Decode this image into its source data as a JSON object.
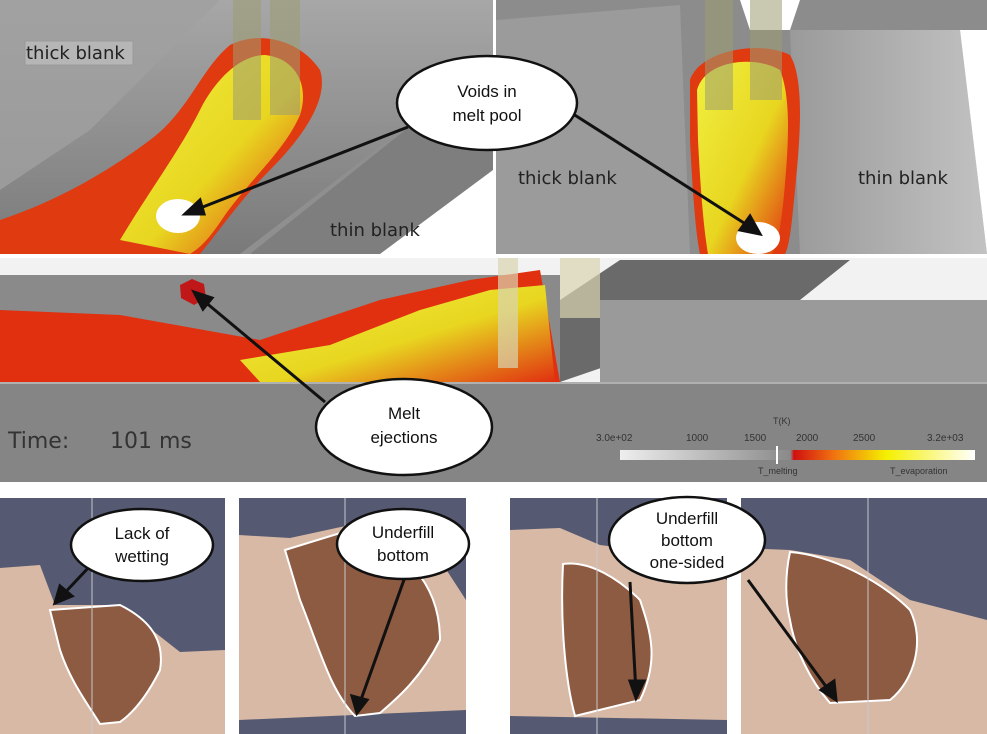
{
  "top_left": {
    "label_thick": "thick blank",
    "label_thin": "thin blank"
  },
  "top_right": {
    "label_thick": "thick blank",
    "label_thin": "thin blank"
  },
  "callouts": {
    "voids": [
      "Voids in",
      "melt pool"
    ],
    "ejections": [
      "Melt",
      "ejections"
    ],
    "wetting": [
      "Lack of",
      "wetting"
    ],
    "underfill": [
      "Underfill",
      "bottom"
    ],
    "underfill_one_sided": [
      "Underfill",
      "bottom",
      "one-sided"
    ]
  },
  "time": {
    "label": "Time:",
    "value": "101 ms"
  },
  "legend": {
    "title": "T(K)",
    "ticks": [
      "3.0e+02",
      "1000",
      "1500",
      "2000",
      "2500",
      "3.2e+03"
    ],
    "sub_left": "T_melting",
    "sub_right": "T_evaporation",
    "colors": {
      "low": "#e6e6e6",
      "mid": "#8a8a8a",
      "melt": "#e02010",
      "high": "#f4f400",
      "top": "#ffffff"
    }
  },
  "colors": {
    "metal": "#8d8d8d",
    "background_section": "#555a72",
    "base_material": "#d8b9a6",
    "fusion_zone": "#8d5a42"
  }
}
